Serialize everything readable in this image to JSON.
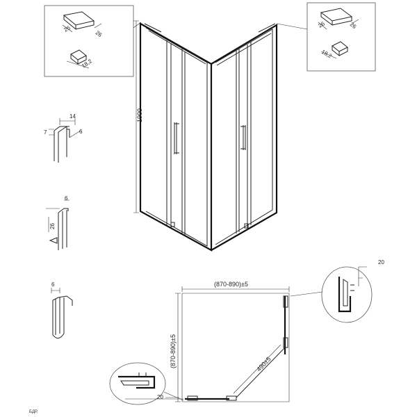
{
  "dimensions": {
    "height": "1900",
    "width_front": "(870-890)±5",
    "width_side": "(870-890)±5",
    "diagonal": "490±5",
    "cap_top_left_a": "26",
    "cap_top_left_b": "26",
    "cap_small_left": "18,2",
    "cap_top_right_a": "26",
    "cap_top_right_b": "26",
    "cap_small_right": "18,2",
    "profile1_width": "14",
    "profile1_height": "7",
    "profile1_wall": "6",
    "profile2_wall": "6",
    "profile2_height": "26",
    "profile3_wall": "6",
    "detail_right_offset": "20",
    "detail_left_offset": "20"
  },
  "footnote": "БДР."
}
